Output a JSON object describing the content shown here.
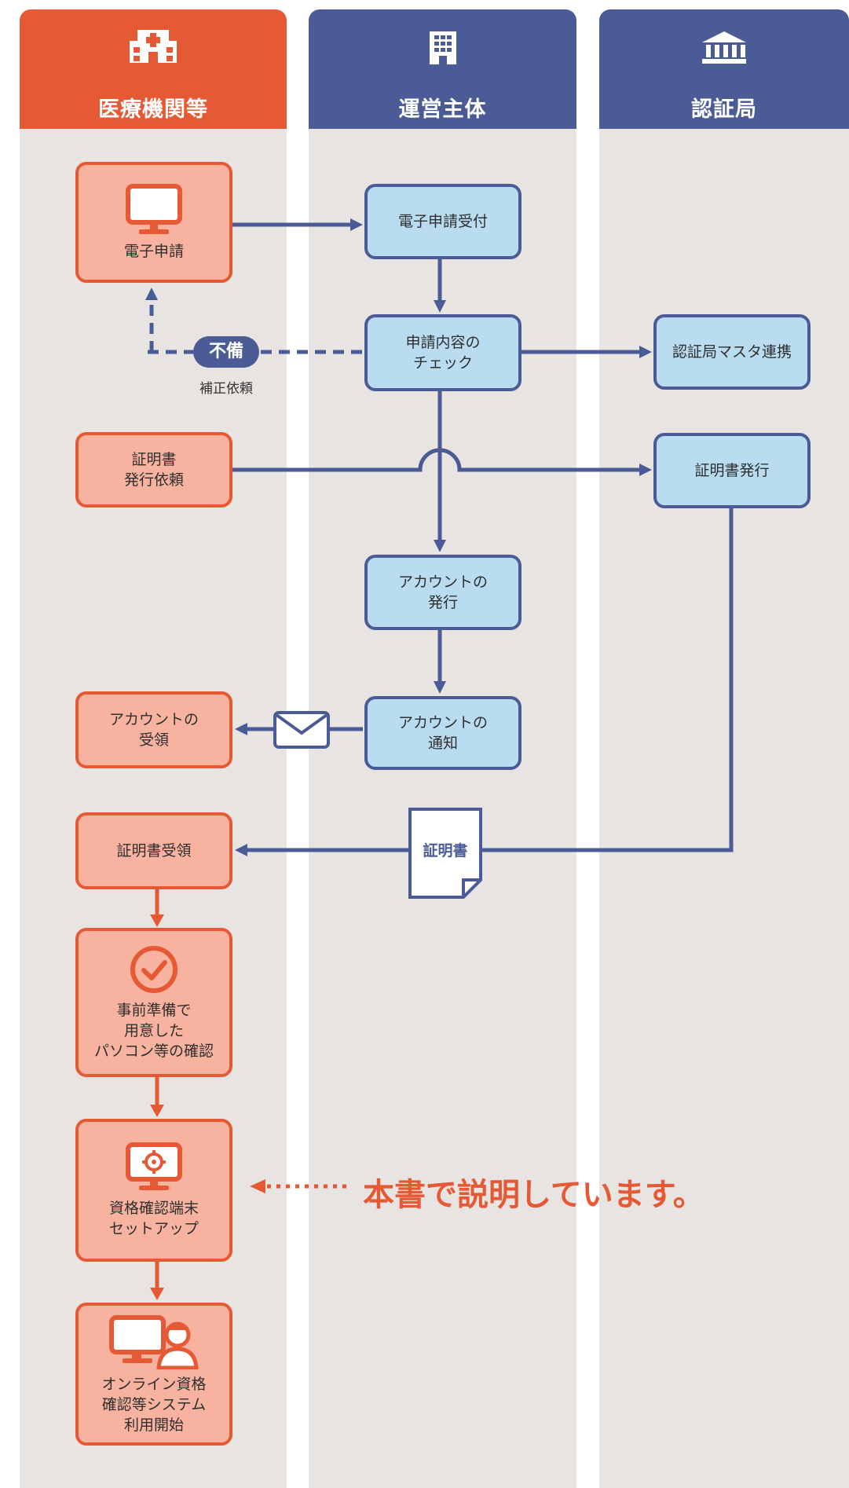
{
  "lanes": [
    {
      "title": "医療機関等",
      "icon": "hospital-icon",
      "color": "#e55a35"
    },
    {
      "title": "運営主体",
      "icon": "building-icon",
      "color": "#4a5b96"
    },
    {
      "title": "認証局",
      "icon": "institution-icon",
      "color": "#4a5b96"
    }
  ],
  "nodes": {
    "apply": {
      "label": "電子申請",
      "icon": "monitor-icon"
    },
    "receive": {
      "label": "電子申請受付"
    },
    "check": {
      "label": "申請内容の\nチェック"
    },
    "ca_master": {
      "label": "認証局マスタ連携"
    },
    "cert_request": {
      "label": "証明書\n発行依頼"
    },
    "cert_issue": {
      "label": "証明書発行"
    },
    "account_issue": {
      "label": "アカウントの\n発行"
    },
    "account_notify": {
      "label": "アカウントの\n通知"
    },
    "account_receive": {
      "label": "アカウントの\n受領"
    },
    "cert_receive": {
      "label": "証明書受領"
    },
    "pc_check": {
      "label": "事前準備で\n用意した\nパソコン等の確認",
      "icon": "check-circle-icon"
    },
    "terminal_setup": {
      "label": "資格確認端末\nセットアップ",
      "icon": "monitor-gear-icon"
    },
    "system_start": {
      "label": "オンライン資格\n確認等システム\n利用開始",
      "icon": "monitor-person-icon"
    }
  },
  "reject": {
    "badge": "不備",
    "caption": "補正依頼"
  },
  "certificate_doc": {
    "label": "証明書",
    "icon": "document-icon"
  },
  "envelope": {
    "icon": "envelope-icon"
  },
  "note": {
    "text": "本書で説明しています。"
  },
  "colors": {
    "orange": "#e55a35",
    "orange_fill": "#f7b3a0",
    "navy": "#4a5b96",
    "blue_fill": "#b9dcf0",
    "lane_bg": "#e8e4e1"
  }
}
